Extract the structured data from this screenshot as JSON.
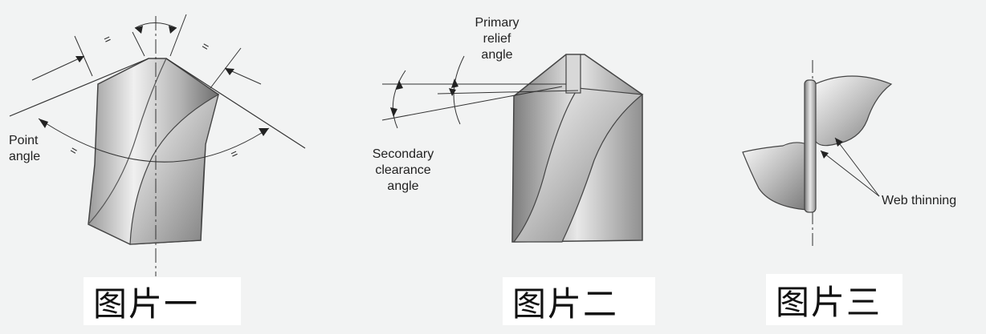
{
  "figure1": {
    "point_angle_label": "Point\nangle",
    "equal_mark": "=",
    "caption": "图片一"
  },
  "figure2": {
    "primary_relief_label": "Primary\nrelief\nangle",
    "secondary_clearance_label": "Secondary\nclearance\nangle",
    "caption": "图片二"
  },
  "figure3": {
    "web_thinning_label": "Web thinning",
    "caption": "图片三"
  },
  "colors": {
    "background": "#f2f3f3",
    "metal_light": "#e4e4e4",
    "metal_dark": "#8a8a8a",
    "line": "#333333"
  }
}
